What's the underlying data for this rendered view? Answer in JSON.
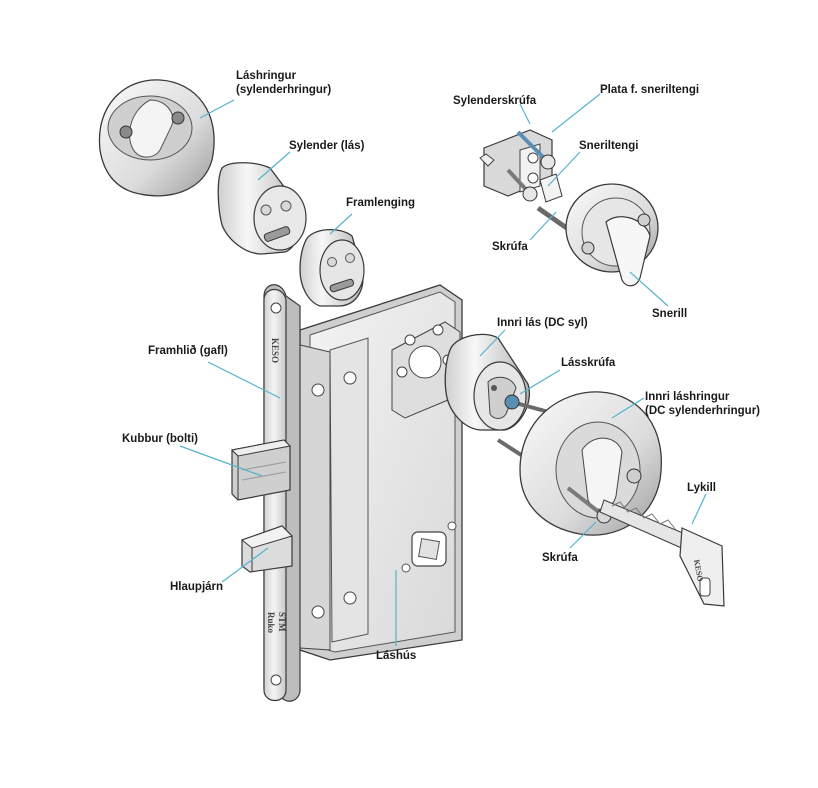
{
  "colors": {
    "leader": "#55b3cf",
    "metal_light": "#f2f2f2",
    "metal_mid": "#cfcfcf",
    "metal_dark": "#8f8f8f",
    "outline": "#3a3a3a",
    "accent": "#fcf8e6",
    "screw_blue": "#5a8fb4"
  },
  "labels": {
    "lashringur": "Láshringur",
    "lashringur_sub": "(sylenderhringur)",
    "sylender": "Sylender (lás)",
    "framlenging": "Framlenging",
    "sylenderskrufa": "Sylenderskrúfa",
    "plata": "Plata f. sneriltengi",
    "sneriltengi": "Sneriltengi",
    "skrufa_top": "Skrúfa",
    "snerill": "Snerill",
    "framhlid": "Framhlið (gafl)",
    "innri_las": "Innri lás (DC syl)",
    "lasskrufa": "Lásskrúfa",
    "innri_lashringur": "Innri láshringur",
    "innri_lashringur_sub": "(DC sylenderhringur)",
    "kubbur": "Kubbur (bolti)",
    "lykill": "Lykill",
    "skrufa_bottom": "Skrúfa",
    "hlaupjarn": "Hlaupjárn",
    "lashus": "Láshús"
  },
  "engravings": {
    "brand_faceplate": "KESO",
    "brand_key": "KESO",
    "model_line1": "Ruko",
    "model_line2": "STM"
  }
}
